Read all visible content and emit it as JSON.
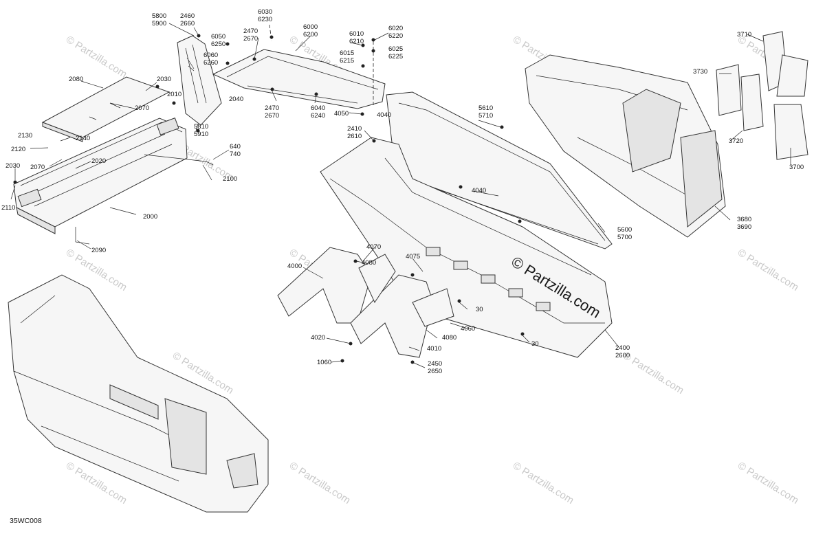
{
  "diagram": {
    "code": "35WC008",
    "watermark": "© Partzilla.com",
    "watermark_tiles": [
      "© Partzilla.com",
      "© Partzilla.com",
      "© Partzilla.com",
      "© Partzilla.com",
      "© Partzilla.com",
      "© Partzilla.com",
      "© Partzilla.com",
      "© Partzilla.com",
      "© Partzilla.com",
      "© Partzilla.com",
      "© Partzilla.com",
      "© Partzilla.com",
      "© Partzilla.com",
      "© Partzilla.com",
      "© Partzilla.com",
      "© Partzilla.com"
    ],
    "callouts": [
      {
        "id": "c5800",
        "lines": [
          "5800",
          "5900"
        ]
      },
      {
        "id": "c2460",
        "lines": [
          "2460",
          "2660"
        ]
      },
      {
        "id": "c6030",
        "lines": [
          "6030",
          "6230"
        ]
      },
      {
        "id": "c2470a",
        "lines": [
          "2470",
          "2670"
        ]
      },
      {
        "id": "c6000",
        "lines": [
          "6000",
          "6200"
        ]
      },
      {
        "id": "c6050",
        "lines": [
          "6050",
          "6250"
        ]
      },
      {
        "id": "c6060",
        "lines": [
          "6060",
          "6260"
        ]
      },
      {
        "id": "c6010",
        "lines": [
          "6010",
          "6210"
        ]
      },
      {
        "id": "c6020",
        "lines": [
          "6020",
          "6220"
        ]
      },
      {
        "id": "c6025",
        "lines": [
          "6025",
          "6225"
        ]
      },
      {
        "id": "c6015",
        "lines": [
          "6015",
          "6215"
        ]
      },
      {
        "id": "c3710",
        "lines": [
          "3710"
        ]
      },
      {
        "id": "c3730",
        "lines": [
          "3730"
        ]
      },
      {
        "id": "c2080",
        "lines": [
          "2080"
        ]
      },
      {
        "id": "c2030a",
        "lines": [
          "2030"
        ]
      },
      {
        "id": "c2010",
        "lines": [
          "2010"
        ]
      },
      {
        "id": "c2070a",
        "lines": [
          "2070"
        ]
      },
      {
        "id": "c2040",
        "lines": [
          "2040"
        ]
      },
      {
        "id": "c2470b",
        "lines": [
          "2470",
          "2670"
        ]
      },
      {
        "id": "c6040",
        "lines": [
          "6040",
          "6240"
        ]
      },
      {
        "id": "c4050",
        "lines": [
          "4050"
        ]
      },
      {
        "id": "c4040a",
        "lines": [
          "4040"
        ]
      },
      {
        "id": "c5610",
        "lines": [
          "5610",
          "5710"
        ]
      },
      {
        "id": "c2410",
        "lines": [
          "2410",
          "2610"
        ]
      },
      {
        "id": "c5810",
        "lines": [
          "5810",
          "5910"
        ]
      },
      {
        "id": "c2130",
        "lines": [
          "2130"
        ]
      },
      {
        "id": "c2140",
        "lines": [
          "2140"
        ]
      },
      {
        "id": "c2120",
        "lines": [
          "2120"
        ]
      },
      {
        "id": "c2020",
        "lines": [
          "2020"
        ]
      },
      {
        "id": "c2030b",
        "lines": [
          "2030"
        ]
      },
      {
        "id": "c2070b",
        "lines": [
          "2070"
        ]
      },
      {
        "id": "c640",
        "lines": [
          "640",
          "740"
        ]
      },
      {
        "id": "c2100",
        "lines": [
          "2100"
        ]
      },
      {
        "id": "c2110",
        "lines": [
          "2110"
        ]
      },
      {
        "id": "c2000",
        "lines": [
          "2000"
        ]
      },
      {
        "id": "c2090",
        "lines": [
          "2090"
        ]
      },
      {
        "id": "c3720",
        "lines": [
          "3720"
        ]
      },
      {
        "id": "c3700",
        "lines": [
          "3700"
        ]
      },
      {
        "id": "c4040b",
        "lines": [
          "4040"
        ]
      },
      {
        "id": "c3680",
        "lines": [
          "3680",
          "3690"
        ]
      },
      {
        "id": "c5600",
        "lines": [
          "5600",
          "5700"
        ]
      },
      {
        "id": "c4070",
        "lines": [
          "4070"
        ]
      },
      {
        "id": "c4075",
        "lines": [
          "4075"
        ]
      },
      {
        "id": "c4000",
        "lines": [
          "4000"
        ]
      },
      {
        "id": "c4080a",
        "lines": [
          "4080"
        ]
      },
      {
        "id": "c30a",
        "lines": [
          "30"
        ]
      },
      {
        "id": "c4060",
        "lines": [
          "4060"
        ]
      },
      {
        "id": "c4080b",
        "lines": [
          "4080"
        ]
      },
      {
        "id": "c30b",
        "lines": [
          "30"
        ]
      },
      {
        "id": "c4020",
        "lines": [
          "4020"
        ]
      },
      {
        "id": "c4010",
        "lines": [
          "4010"
        ]
      },
      {
        "id": "c1060",
        "lines": [
          "1060"
        ]
      },
      {
        "id": "c2450",
        "lines": [
          "2450",
          "2650"
        ]
      },
      {
        "id": "c2400",
        "lines": [
          "2400",
          "2600"
        ]
      }
    ]
  }
}
